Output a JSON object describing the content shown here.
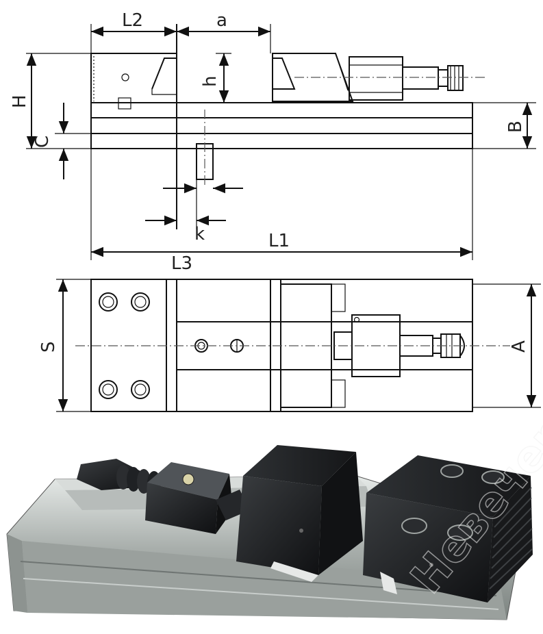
{
  "side_view": {
    "labels": {
      "L2": "L2",
      "a": "a",
      "H": "H",
      "h": "h",
      "B": "B",
      "C": "C",
      "k": "k",
      "L1": "L1",
      "L3": "L3"
    }
  },
  "top_view": {
    "labels": {
      "S": "S",
      "A": "A"
    }
  },
  "photo": {
    "watermark_text": "Невечерний",
    "colors": {
      "body": "#aeb3b0",
      "dark": "#1d1f21",
      "highlight": "#e4e8e6"
    }
  }
}
